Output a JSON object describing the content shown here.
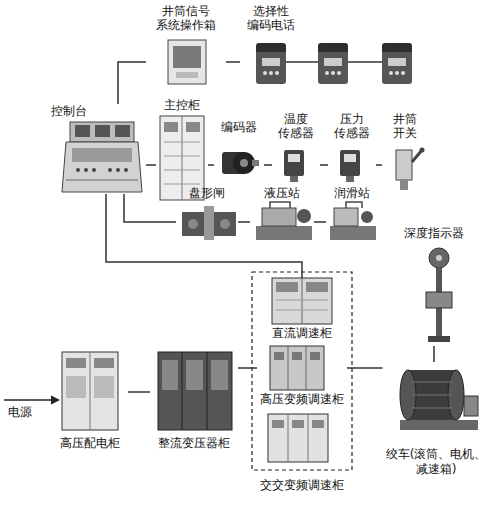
{
  "diagram": {
    "nodes": [
      {
        "text": [
          "井筒信号 系统操作箱"
        ]
      },
      {
        "text": [
          "选择性 编码电话"
        ]
      },
      {
        "text": [
          "控制台"
        ]
      },
      {
        "text": [
          "主控柜"
        ]
      },
      {
        "text": [
          "编码器"
        ]
      },
      {
        "text": [
          "温度 传感器"
        ]
      },
      {
        "text": [
          "压力 传感器"
        ]
      },
      {
        "text": [
          "井筒 开关"
        ]
      },
      {
        "text": [
          "盘形闸"
        ]
      },
      {
        "text": [
          "液压站"
        ]
      },
      {
        "text": [
          "润滑站"
        ]
      },
      {
        "text": [
          "深度指示器"
        ]
      },
      {
        "text": [
          "直流调速柜"
        ]
      },
      {
        "text": [
          "高压配电柜"
        ]
      },
      {
        "text": [
          "整流变压器柜"
        ]
      },
      {
        "text": [
          "高压变频调速柜"
        ]
      },
      {
        "text": [
          "交交变频调速柜"
        ]
      },
      {
        "text": [
          "绞车(滚筒、电机、 减速箱)"
        ]
      }
    ],
    "edges": [
      {
        "from": 2,
        "to": 0,
        "arrow": "none"
      },
      {
        "from": 0,
        "to": 1,
        "arrow": "none"
      },
      {
        "from": 2,
        "to": 3,
        "arrow": "none"
      },
      {
        "from": 3,
        "to": 4,
        "arrow": "none"
      },
      {
        "from": 4,
        "to": 5,
        "arrow": "none"
      },
      {
        "from": 5,
        "to": 6,
        "arrow": "none"
      },
      {
        "from": 6,
        "to": 7,
        "arrow": "none"
      },
      {
        "from": 2,
        "to": 8,
        "arrow": "none"
      },
      {
        "from": 8,
        "to": 9,
        "arrow": "none"
      },
      {
        "from": 9,
        "to": 10,
        "arrow": "none"
      },
      {
        "from": 2,
        "to": 12,
        "arrow": "none"
      },
      {
        "from": 13,
        "to": 14,
        "arrow": "none"
      },
      {
        "from": 14,
        "to": 15,
        "arrow": "none"
      },
      {
        "from": 15,
        "to": 17,
        "arrow": "none"
      },
      {
        "from": 11,
        "to": 17,
        "arrow": "none"
      }
    ],
    "labels": [
      "电源"
    ]
  }
}
